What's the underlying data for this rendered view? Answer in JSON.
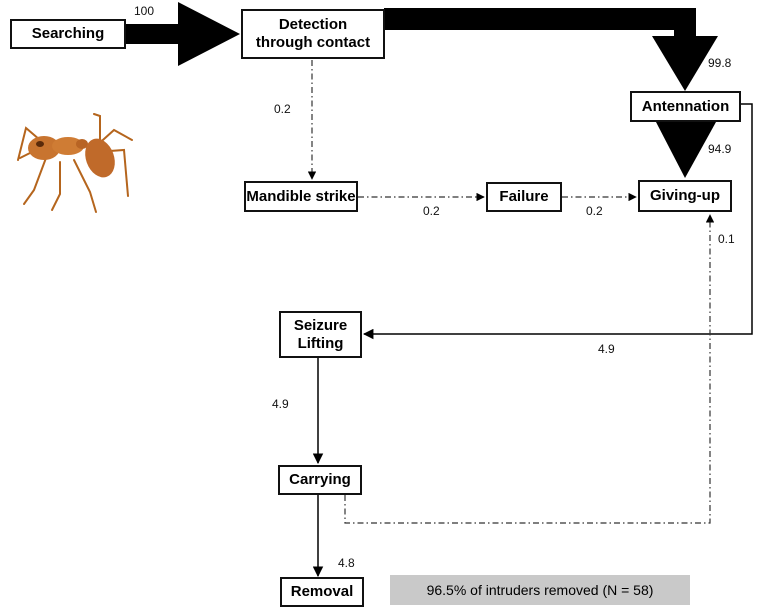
{
  "nodes": {
    "searching": "Searching",
    "detection": "Detection through contact",
    "antennation": "Antennation",
    "mandible_strike": "Mandible strike",
    "failure": "Failure",
    "giving_up": "Giving-up",
    "seizure": "Seizure",
    "lifting": "Lifting",
    "carrying": "Carrying",
    "removal": "Removal"
  },
  "transitions": {
    "searching_to_detection": "100",
    "detection_to_antennation": "99.8",
    "antennation_to_giving_up": "94.9",
    "detection_to_mandible": "0.2",
    "mandible_to_failure": "0.2",
    "failure_to_giving_up": "0.2",
    "carrying_to_giving_up": "0.1",
    "antennation_to_seizure": "4.9",
    "seizure_to_carrying": "4.9",
    "carrying_to_removal": "4.8"
  },
  "summary": "96.5% of intruders removed (N = 58)",
  "image": {
    "subject": "ant-photo"
  },
  "colors": {
    "arrow": "#000000",
    "box_border": "#111111",
    "summary_bg": "#c9c9c9"
  }
}
